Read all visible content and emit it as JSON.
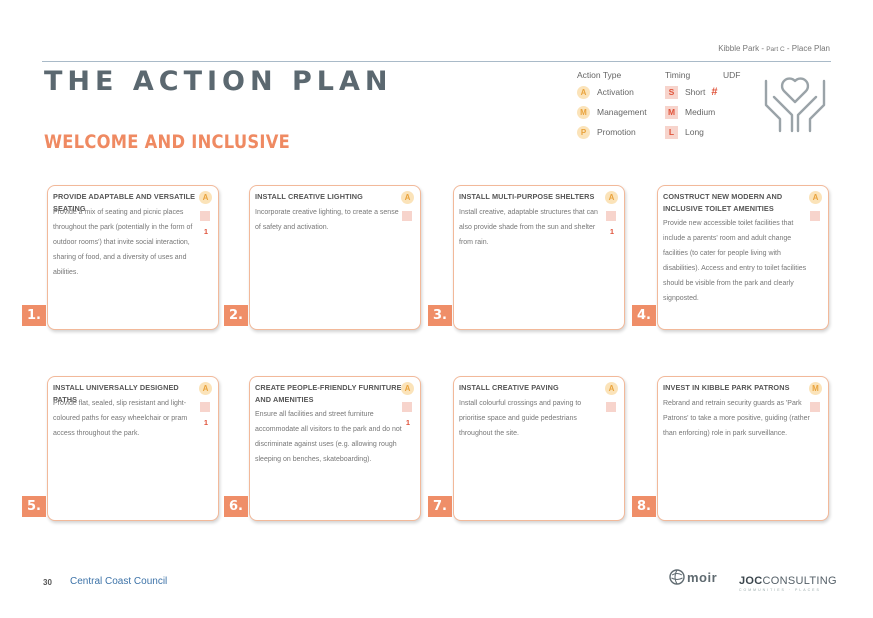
{
  "header": {
    "ref_main": "Kibble Park - ",
    "ref_part": "Part C",
    "ref_tail": " - Place Plan",
    "page_title": "THE ACTION PLAN",
    "section_title": "WELCOME AND INCLUSIVE"
  },
  "legend": {
    "action_type_label": "Action Type",
    "timing_label": "Timing",
    "udf_label": "UDF",
    "action_types": [
      {
        "code": "A",
        "label": "Activation"
      },
      {
        "code": "M",
        "label": "Management"
      },
      {
        "code": "P",
        "label": "Promotion"
      }
    ],
    "timings": [
      {
        "code": "S",
        "label": "Short"
      },
      {
        "code": "M",
        "label": "Medium"
      },
      {
        "code": "L",
        "label": "Long"
      }
    ],
    "udf_symbol": "#"
  },
  "cards": [
    {
      "number": "1.",
      "title": "PROVIDE ADAPTABLE AND VERSATILE SEATING",
      "description": "Provide a mix of seating and picnic places throughout the park (potentially in the form of outdoor rooms') that invite social interaction, sharing of food, and a diversity of uses and abilities.",
      "action": "A",
      "udf": "1"
    },
    {
      "number": "2.",
      "title": "INSTALL CREATIVE LIGHTING",
      "description": "Incorporate creative lighting, to create a sense of safety and activation.",
      "action": "A",
      "udf": ""
    },
    {
      "number": "3.",
      "title": "INSTALL MULTI-PURPOSE SHELTERS",
      "description": "Install creative, adaptable structures that can also provide shade from the sun and shelter from rain.",
      "action": "A",
      "udf": "1"
    },
    {
      "number": "4.",
      "title": "CONSTRUCT NEW MODERN AND INCLUSIVE TOILET AMENITIES",
      "description": "Provide new accessible toilet facilities that include a parents' room and adult change facilities (to cater for people living with disabilities). Access and entry to toilet facilities should be visible from the park and clearly signposted.",
      "action": "A",
      "udf": ""
    },
    {
      "number": "5.",
      "title": "INSTALL UNIVERSALLY DESIGNED PATHS",
      "description": "Provide flat, sealed, slip resistant and light-coloured paths for easy wheelchair or pram access throughout the park.",
      "action": "A",
      "udf": "1"
    },
    {
      "number": "6.",
      "title": "CREATE PEOPLE-FRIENDLY FURNITURE AND AMENITIES",
      "description": "Ensure all facilities and street furniture accommodate all visitors to the park and do not discriminate against uses (e.g. allowing rough sleeping on benches, skateboarding).",
      "action": "A",
      "udf": "1"
    },
    {
      "number": "7.",
      "title": "INSTALL CREATIVE PAVING",
      "description": "Install colourful crossings and paving to prioritise space and guide pedestrians throughout the site.",
      "action": "A",
      "udf": ""
    },
    {
      "number": "8.",
      "title": "INVEST IN KIBBLE PARK PATRONS",
      "description": "Rebrand and retrain security guards as 'Park Patrons' to take a more positive, guiding (rather than enforcing) role in park surveillance.",
      "action": "M",
      "udf": ""
    }
  ],
  "footer": {
    "page_number": "30",
    "council": "Central Coast Council",
    "logo_moir": "moir",
    "logo_joc_bold": "JOC",
    "logo_joc_rest": "CONSULTING",
    "logo_joc_sub": "COMMUNITIES · PLACES"
  },
  "colors": {
    "accent_orange": "#ef8a62",
    "title_grey": "#5b6870",
    "activation_fill": "#fbe3b9",
    "timing_fill": "#f7d4cc",
    "council_blue": "#3d73a8"
  }
}
